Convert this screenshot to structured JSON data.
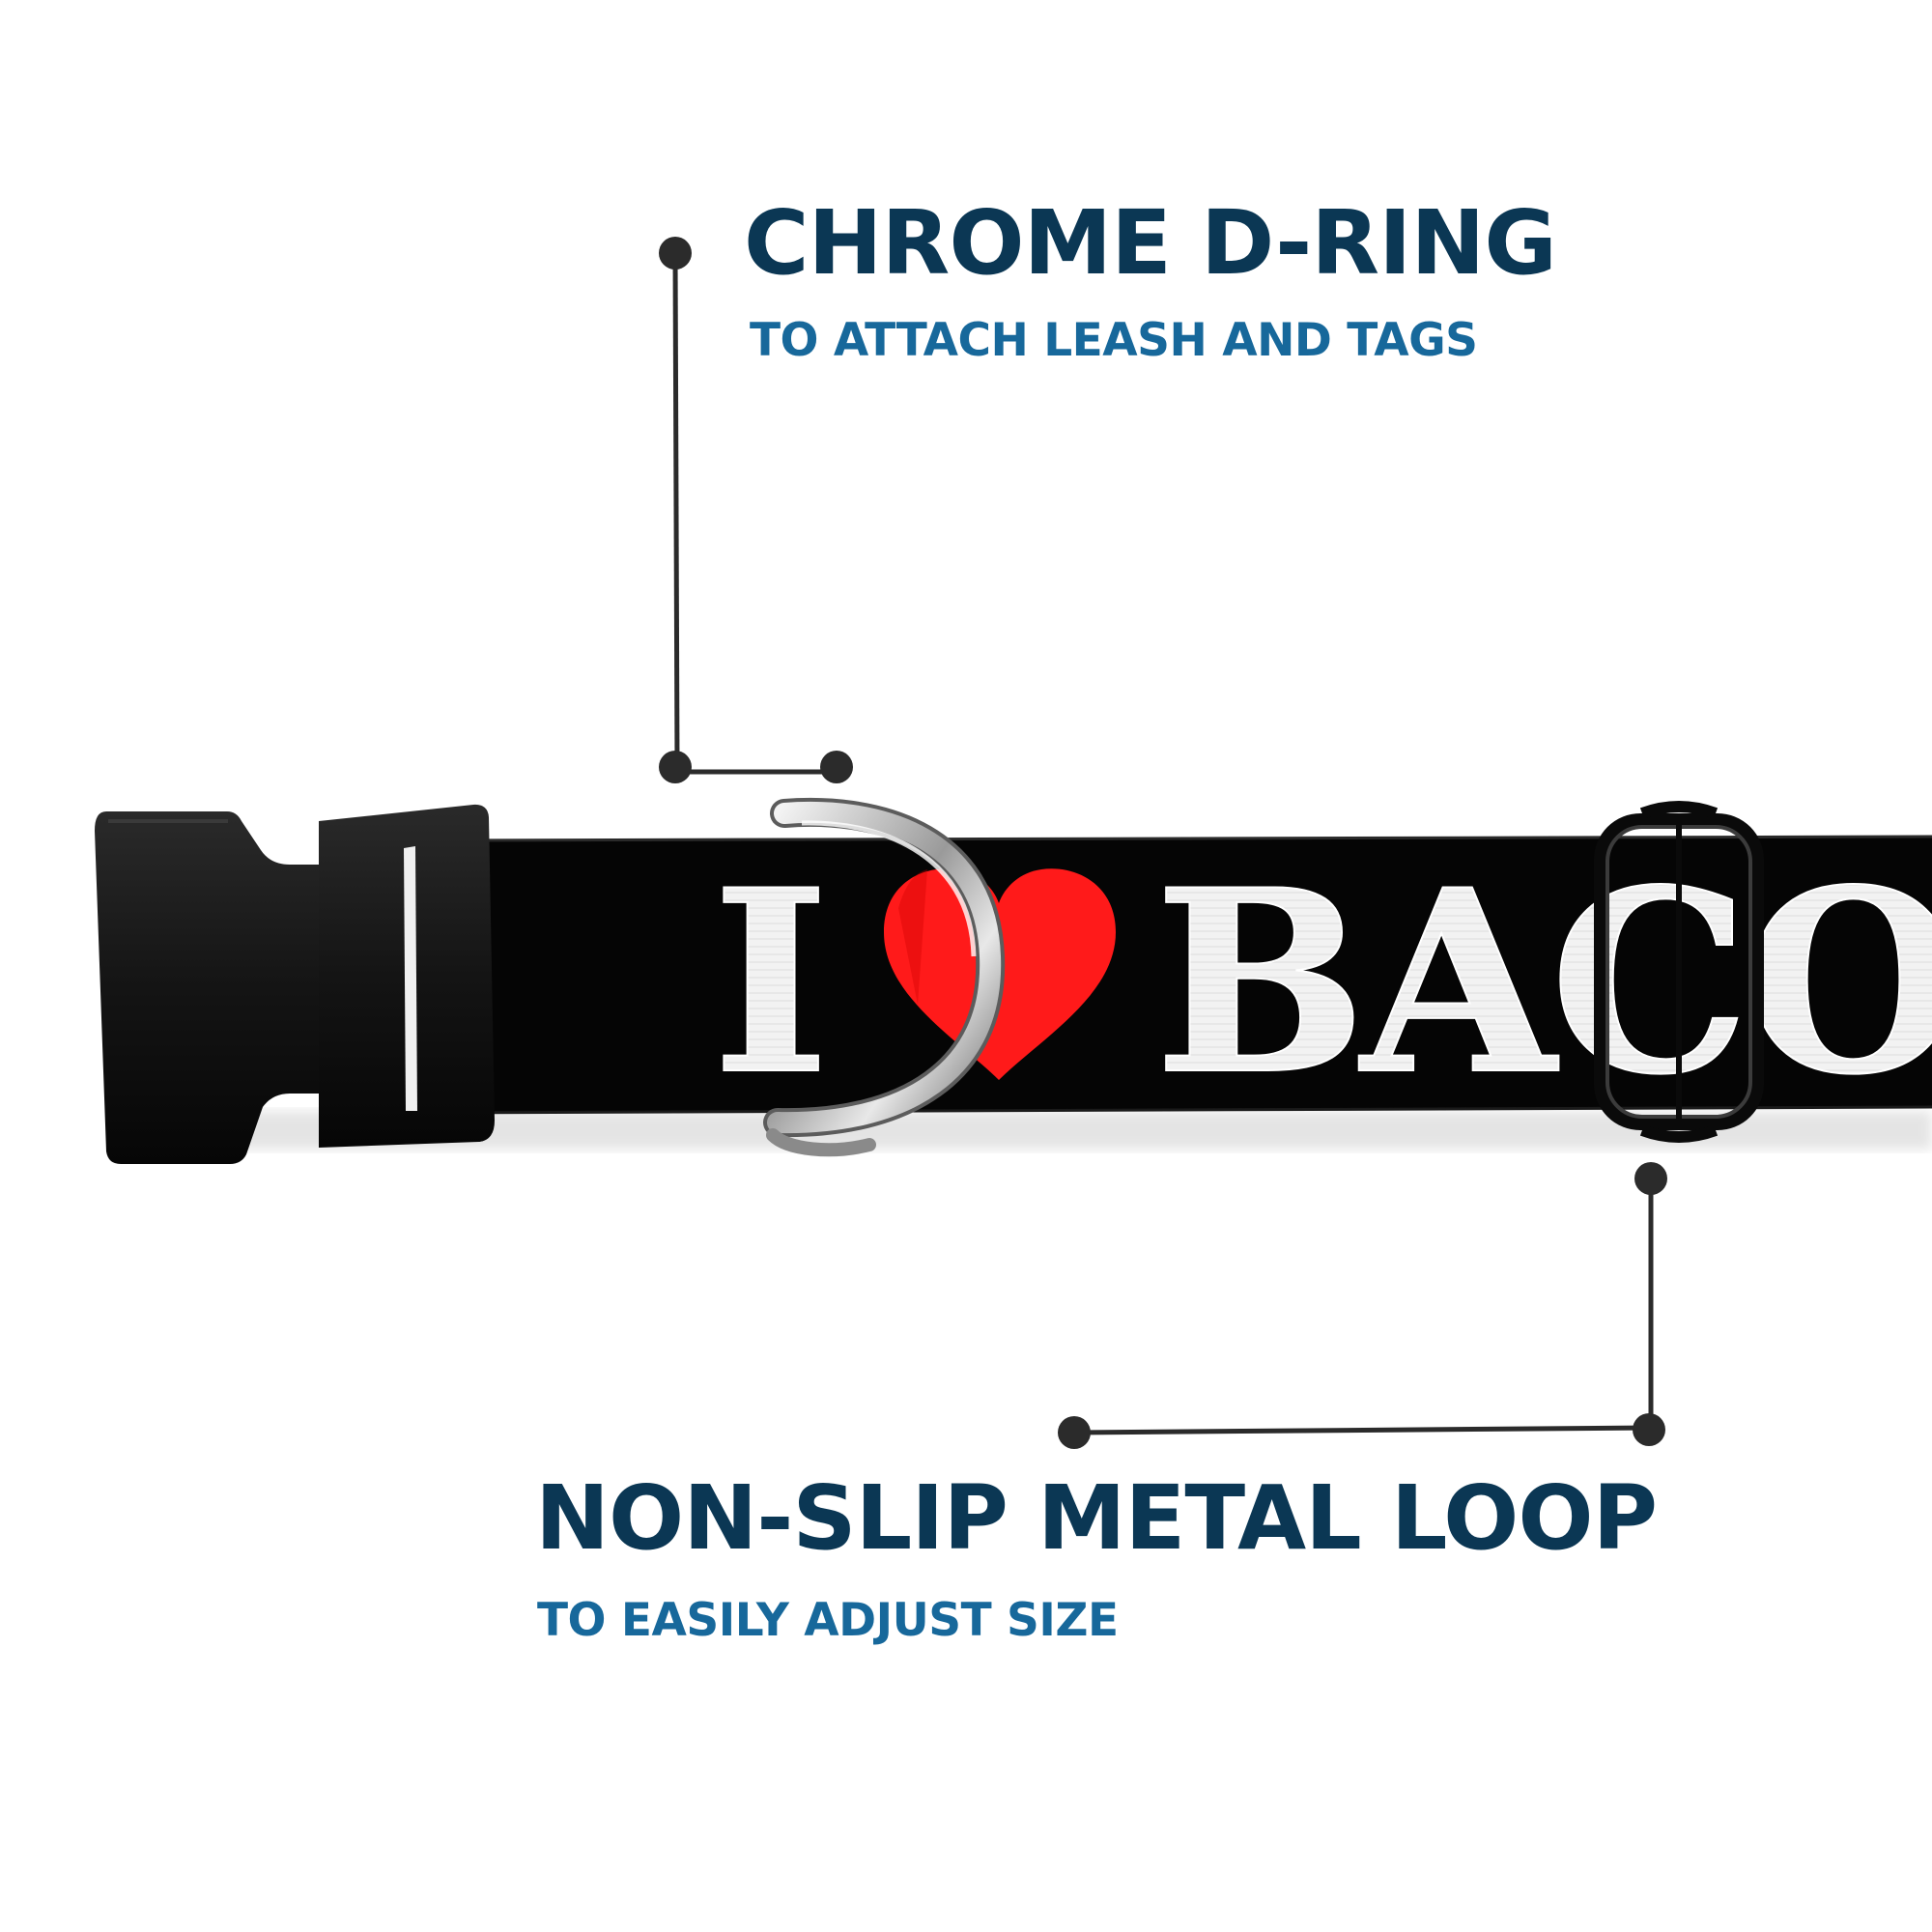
{
  "features": {
    "d_ring": {
      "title": "CHROME D-RING",
      "subtitle": "TO ATTACH LEASH AND TAGS"
    },
    "metal_loop": {
      "title": "NON-SLIP METAL LOOP",
      "subtitle": "TO EASILY ADJUST SIZE"
    }
  },
  "collar": {
    "print_letter_i": "I",
    "print_word": "BACO",
    "heart_icon": "heart-icon",
    "webbing_color": "#050505",
    "print_text_color": "#f2f2f2",
    "heart_color": "#ff1a1a"
  },
  "colors": {
    "title": "#0b3754",
    "subtitle": "#17689b",
    "leader_line": "#2b2b2b",
    "background": "#ffffff"
  }
}
